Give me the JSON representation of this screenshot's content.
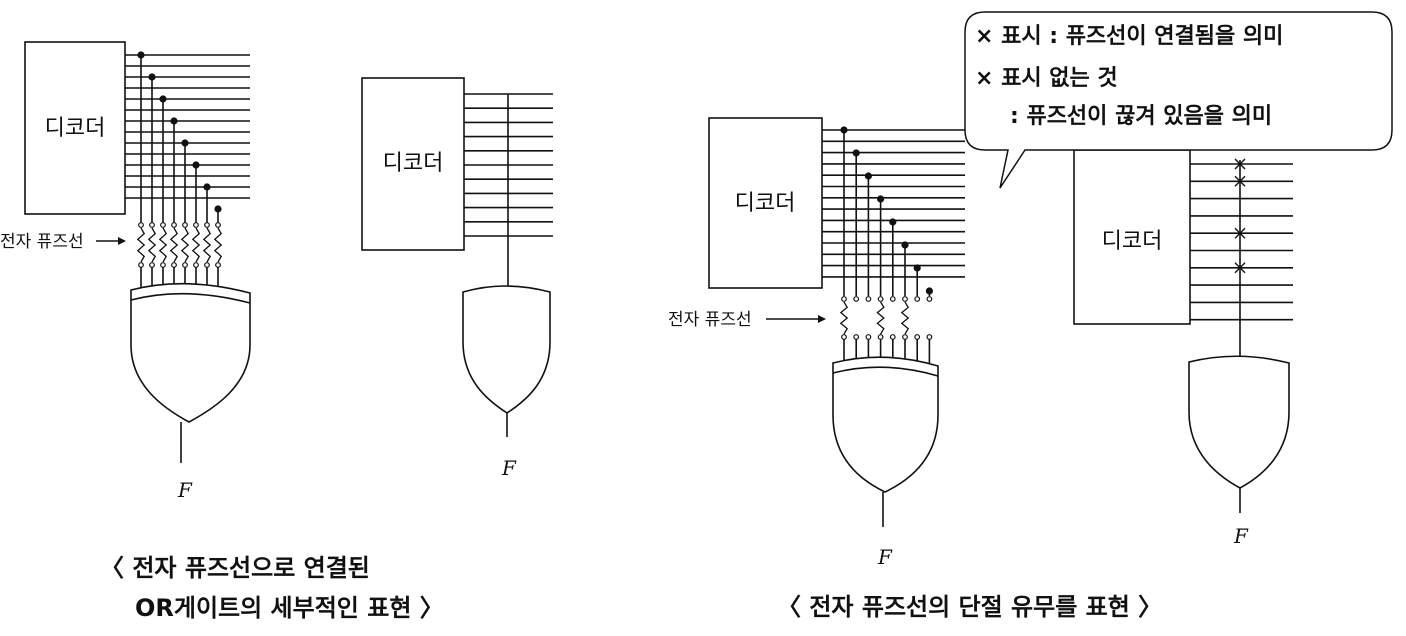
{
  "diagrams": {
    "d1": {
      "decoder_label": "디코더",
      "fuse_label": "전자 퓨즈선",
      "output_label": "F"
    },
    "d2": {
      "decoder_label": "디코더",
      "output_label": "F"
    },
    "d3": {
      "decoder_label": "디코더",
      "fuse_label": "전자 퓨즈선",
      "output_label": "F"
    },
    "d4": {
      "decoder_label": "디코더",
      "output_label": "F",
      "fuse_intact_lines": [
        1,
        2,
        5,
        7
      ]
    }
  },
  "captions": {
    "left_line1": "〈 전자 퓨즈선으로 연결된",
    "left_line2": "OR게이트의 세부적인 표현 〉",
    "right": "〈 전자 퓨즈선의 단절 유무를 표현 〉"
  },
  "legend": {
    "line1": "× 표시 : 퓨즈선이 연결됨을 의미",
    "line2": "× 표시 없는 것",
    "line3": ": 퓨즈선이 끊겨 있음을 의미"
  }
}
